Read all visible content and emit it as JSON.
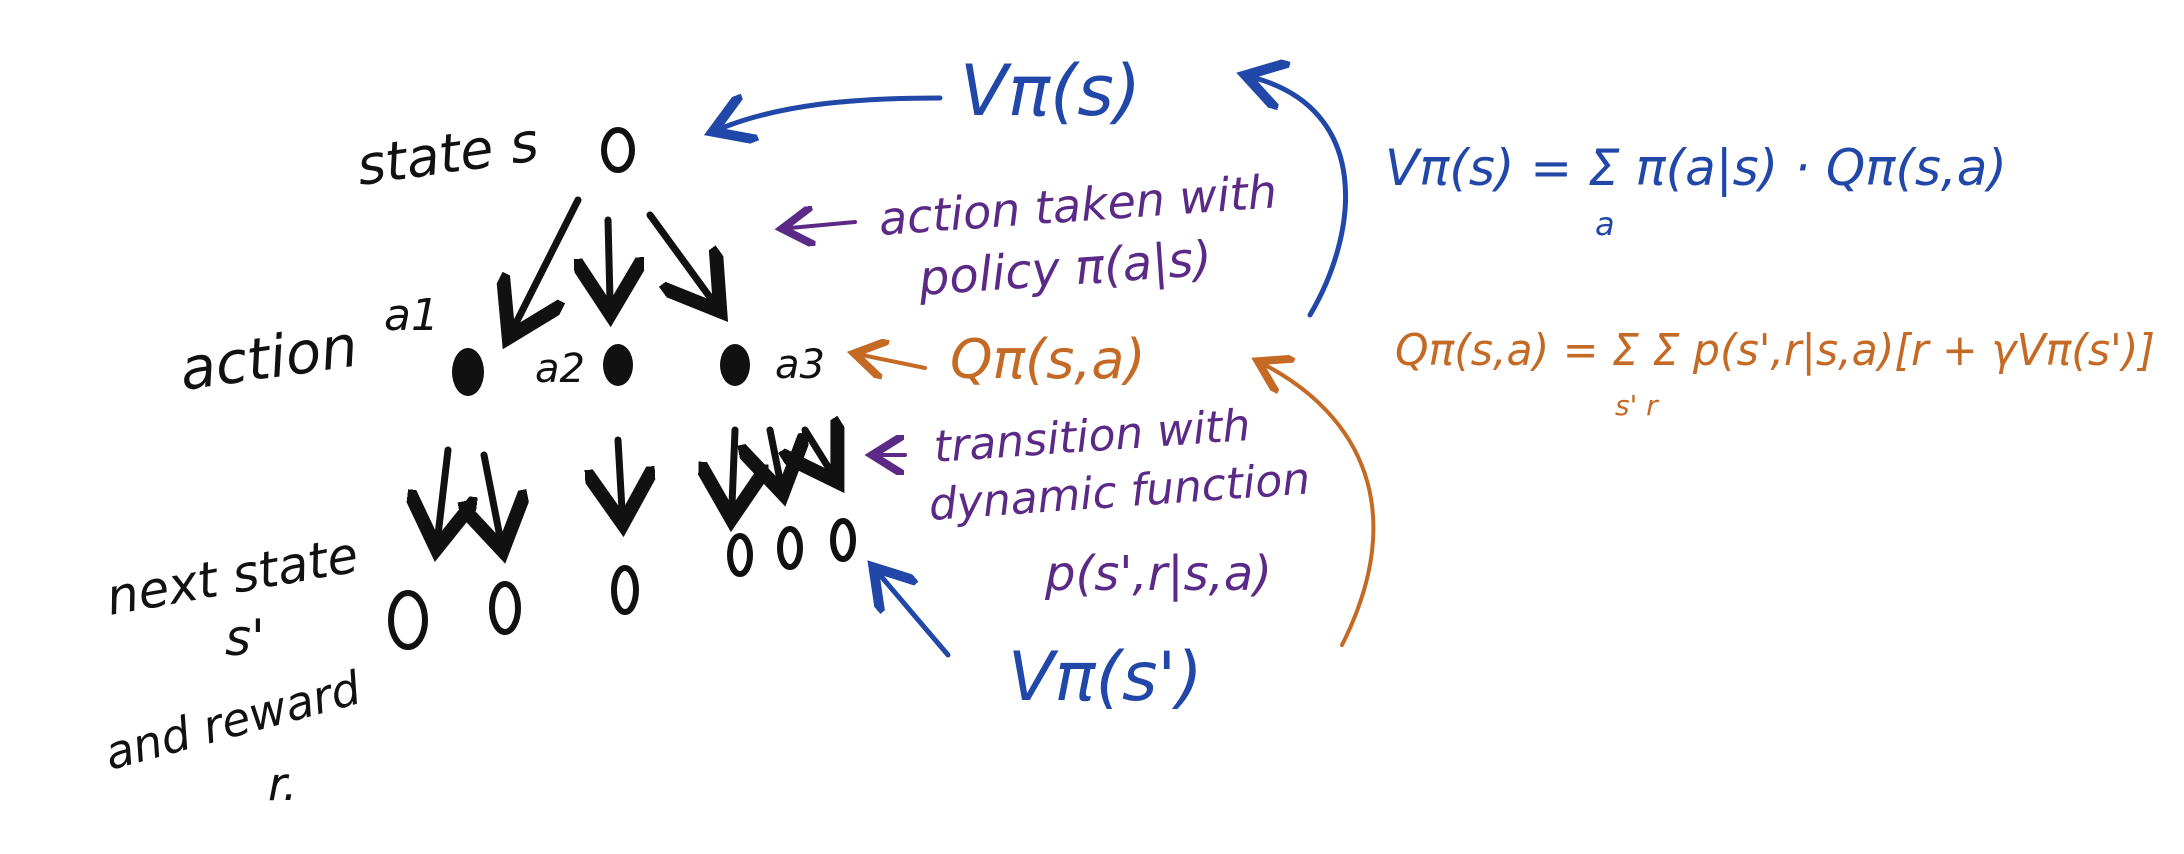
{
  "tree": {
    "state_label": "state s",
    "action_label": "action",
    "next_state_label_line1": "next state",
    "next_state_label_line2": "s'",
    "next_state_label_line3": "and reward",
    "next_state_label_line4": "r.",
    "action_a1": "a1",
    "action_a2": "a2",
    "action_a3": "a3"
  },
  "annotations": {
    "v_top": "Vπ(s)",
    "policy_line1": "action taken with",
    "policy_line2": "policy π(a|s)",
    "q_label": "Qπ(s,a)",
    "transition_line1": "transition with",
    "transition_line2": "dynamic function",
    "transition_line3": "p(s',r|s,a)",
    "v_bottom": "Vπ(s')"
  },
  "equations": {
    "v_eq": "Vπ(s) = Σ π(a|s) · Qπ(s,a)",
    "v_eq_sub": "a",
    "q_eq": "Qπ(s,a) = Σ Σ p(s',r|s,a)[r + γVπ(s')]",
    "q_eq_sub": "s' r"
  },
  "colors": {
    "black": "#111111",
    "blue": "#2148a8",
    "purple": "#5b2a86",
    "orange": "#c46a24"
  }
}
